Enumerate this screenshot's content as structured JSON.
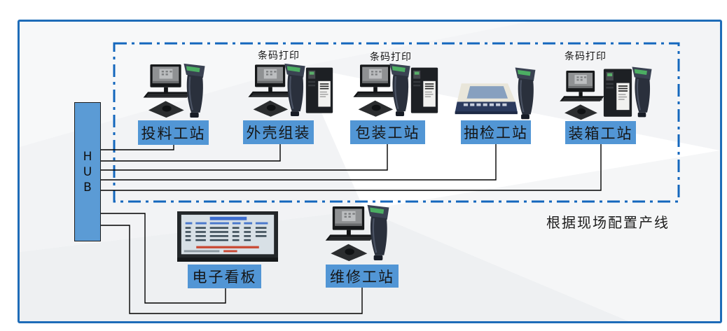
{
  "note": "根据现场配置产线",
  "hub": {
    "letters": [
      "H",
      "U",
      "B"
    ]
  },
  "production_line": {
    "stations": [
      {
        "label": "投料工站",
        "barcode_print": null
      },
      {
        "label": "外壳组装",
        "barcode_print": "条码打印"
      },
      {
        "label": "包装工站",
        "barcode_print": "条码打印"
      },
      {
        "label": "抽检工站",
        "barcode_print": null
      },
      {
        "label": "装箱工站",
        "barcode_print": "条码打印"
      }
    ]
  },
  "support_stations": [
    {
      "label": "电子看板"
    },
    {
      "label": "维修工站"
    }
  ],
  "colors": {
    "station_label_bg": "#5296D5",
    "hub_bg": "#5B9BD5",
    "outer_border": "#1E6CB8",
    "dashed_border": "#1467BD",
    "connection_line": "#000000"
  }
}
